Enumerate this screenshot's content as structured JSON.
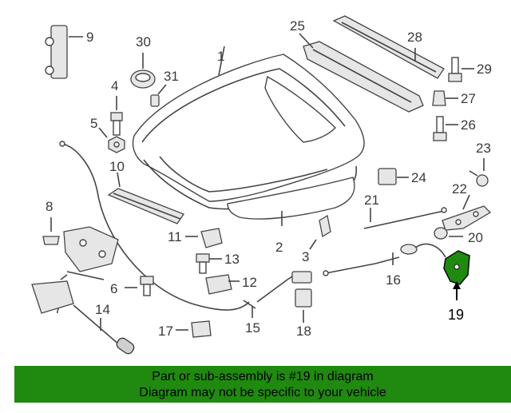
{
  "labels": {
    "p1": "1",
    "p2": "2",
    "p3": "3",
    "p4": "4",
    "p5": "5",
    "p6": "6",
    "p7": "7",
    "p8": "8",
    "p9": "9",
    "p10": "10",
    "p11": "11",
    "p12": "12",
    "p13": "13",
    "p14": "14",
    "p15": "15",
    "p16": "16",
    "p17": "17",
    "p18": "18",
    "p19": "19",
    "p20": "20",
    "p21": "21",
    "p22": "22",
    "p23": "23",
    "p24": "24",
    "p25": "25",
    "p26": "26",
    "p27": "27",
    "p28": "28",
    "p29": "29",
    "p30": "30",
    "p31": "31"
  },
  "highlight_part": "19",
  "colors": {
    "banner": "#1f8a0f",
    "highlight_part": "#1f8a0f"
  },
  "banner": {
    "line1": "Part or sub-assembly is #19 in diagram",
    "line2": "Diagram may not be specific to your vehicle"
  }
}
